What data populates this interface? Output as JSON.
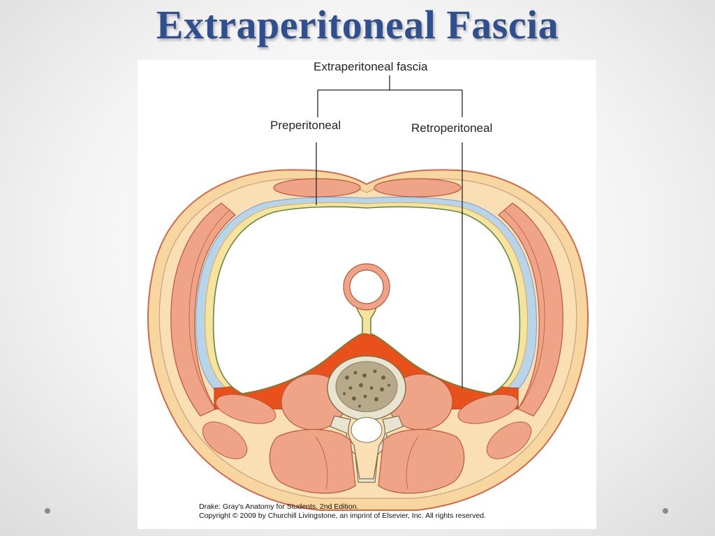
{
  "slide": {
    "title": "Extraperitoneal Fascia"
  },
  "diagram": {
    "top_label": "Extraperitoneal fascia",
    "left_label": "Preperitoneal",
    "right_label": "Retroperitoneal",
    "caption_line1": "Drake: Gray's Anatomy for Students, 2nd Edition.",
    "caption_line2": "Copyright © 2009 by Churchill Livingstone, an imprint of Elsevier, Inc. All rights reserved."
  },
  "colors": {
    "title": "#2f4f8f",
    "skin": "#f7d6a0",
    "muscle": "#f0a487",
    "fascia_blue": "#b8d4ea",
    "fat_orange": "#e8501c",
    "bone": "#e9e4cf"
  }
}
